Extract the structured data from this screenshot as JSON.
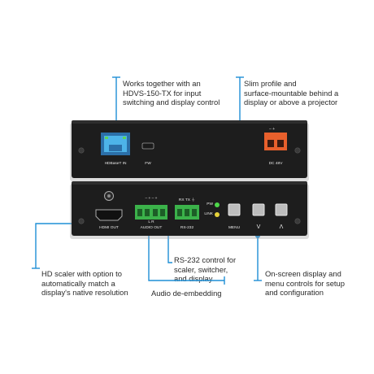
{
  "callouts": {
    "top_left": [
      "Works together with an",
      "HDVS-150-TX for input",
      "switching and display control"
    ],
    "top_right": [
      "Slim profile and",
      "surface-mountable behind a",
      "display or above a projector"
    ],
    "bottom_left": [
      "HD scaler with option to",
      "automatically match a",
      "display's native resolution"
    ],
    "bottom_middle": [
      "RS-232 control for",
      "scaler, switcher,",
      "and display"
    ],
    "audio": [
      "Audio de-embedding"
    ],
    "bottom_right": [
      "On-screen display and",
      "menu controls for setup",
      "and configuration"
    ]
  },
  "device": {
    "top_panel": {
      "hdbaset_label": "HDBaseT IN",
      "fw_label": "FW",
      "dc_label": "DC 48V"
    },
    "bottom_panel": {
      "hdmi_label": "HDMI OUT",
      "audio_label": "AUDIO OUT",
      "audio_pins": "– + – +",
      "audio_lr": "L        R",
      "rs232_label": "RS-232",
      "rs232_pins": "RX TX ⏚",
      "pw_label": "PW",
      "link_label": "LINK",
      "menu_label": "MENU",
      "down_label": "V",
      "up_label": "Λ"
    }
  },
  "colors": {
    "accent": "#1f8fd6",
    "chassis": "#1d1d1d",
    "terminal_green": "#3bb24a",
    "dc_orange": "#e8602c",
    "led_green": "#4ed84a",
    "led_yellow": "#e6d23a"
  }
}
